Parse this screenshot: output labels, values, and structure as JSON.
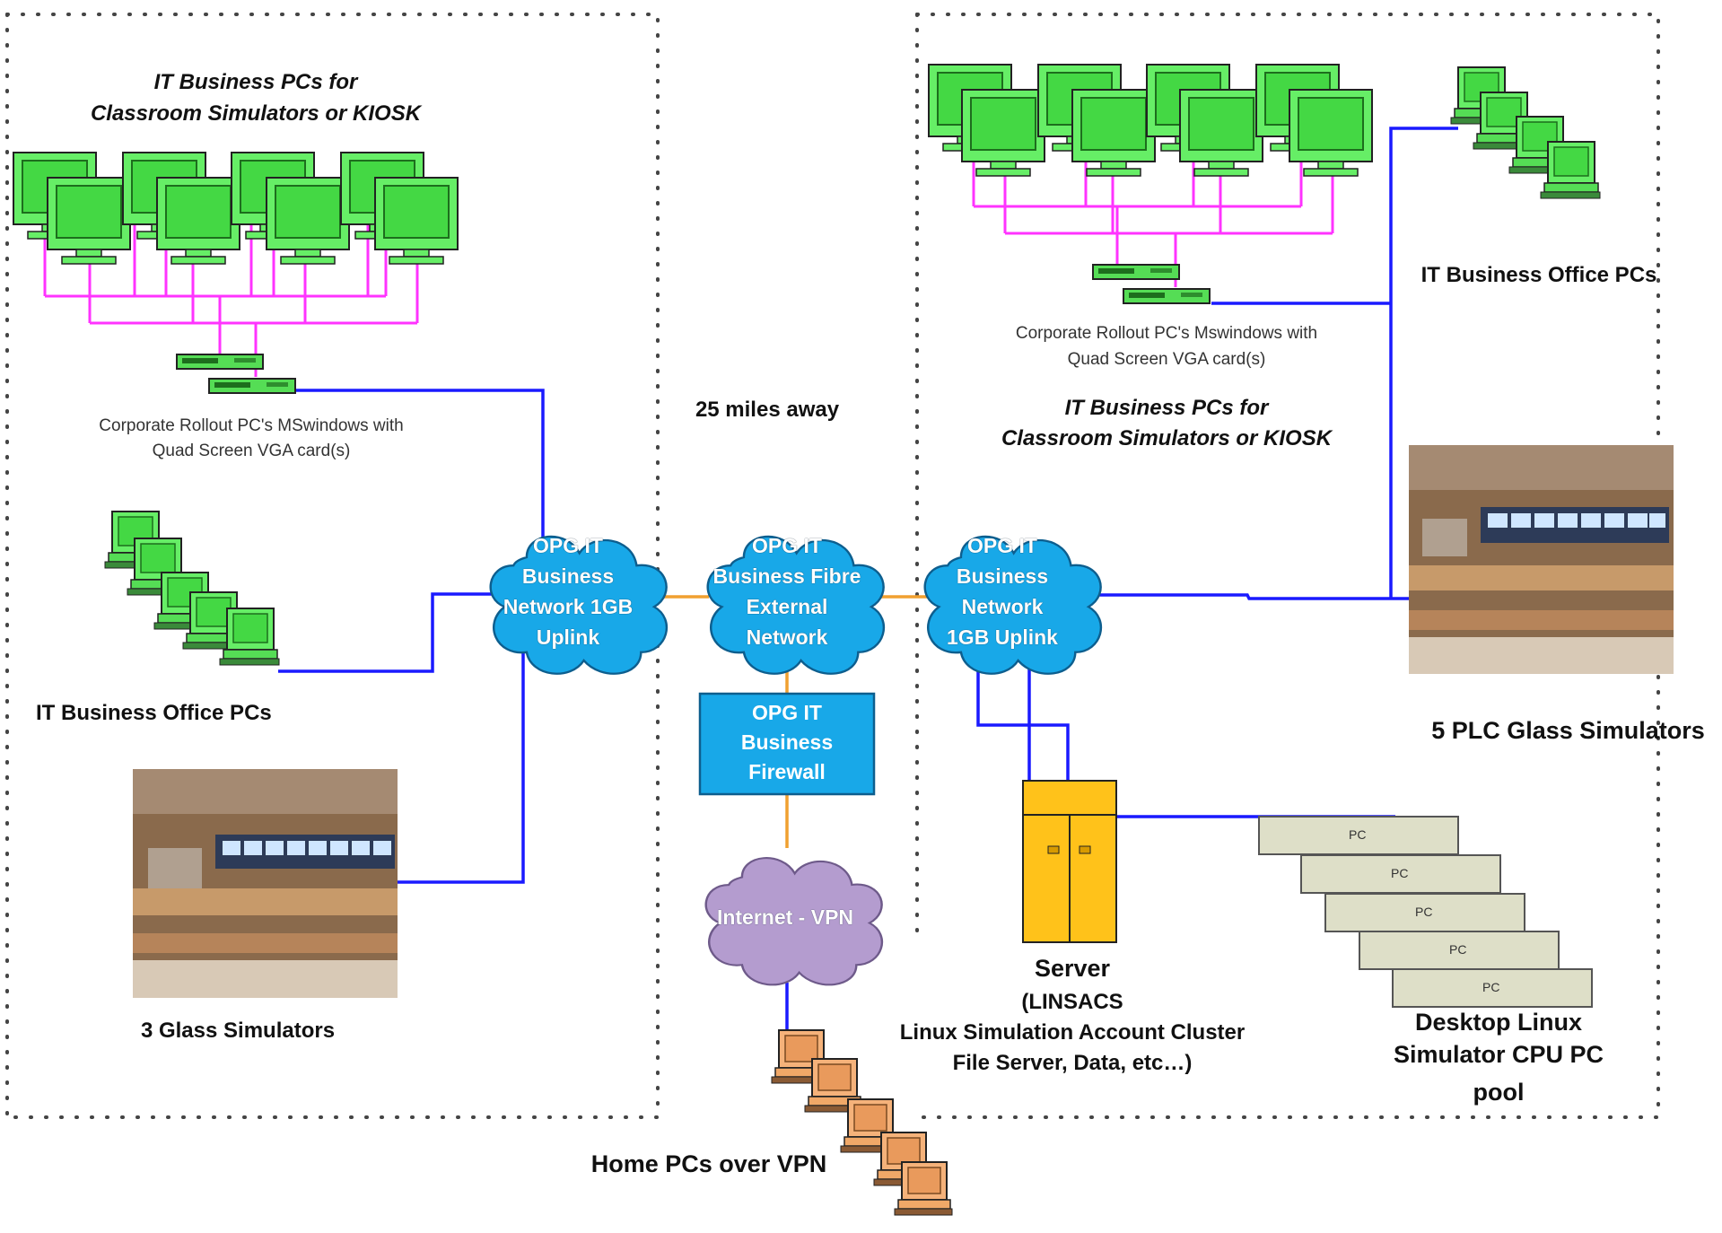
{
  "left_zone": {
    "kiosk_title_line1": "IT Business PCs for",
    "kiosk_title_line2": "Classroom Simulators or KIOSK",
    "rollout_line1": "Corporate Rollout PC's MSwindows with",
    "rollout_line2": "Quad Screen VGA card(s)",
    "office_pcs_label": "IT Business Office PCs",
    "glass_label": "3 Glass Simulators"
  },
  "middle_zone": {
    "distance_label": "25 miles away",
    "home_pcs_label": "Home PCs over VPN"
  },
  "right_zone": {
    "kiosk_title_line1": "IT Business PCs for",
    "kiosk_title_line2": "Classroom Simulators or KIOSK",
    "rollout_line1": "Corporate Rollout PC's Mswindows with",
    "rollout_line2": "Quad Screen VGA card(s)",
    "office_pcs_label": "IT Business Office PCs",
    "plc_label": "5  PLC Glass Simulators",
    "server_title": "Server",
    "server_line1": "(LINSACS",
    "server_line2": "Linux Simulation Account Cluster",
    "server_line3": "File Server, Data, etc…)",
    "pool_line1": "Desktop Linux",
    "pool_line2": "Simulator CPU  PC",
    "pool_line3": "pool",
    "pc_label": "PC"
  },
  "clouds": {
    "left": [
      "OPG  IT",
      "Business",
      "Network  1GB",
      "Uplink"
    ],
    "center": [
      "OPG IT",
      "Business Fibre",
      "External",
      "Network"
    ],
    "right": [
      "OPG IT",
      "Business",
      "Network",
      "1GB Uplink"
    ],
    "vpn": [
      "Internet - VPN"
    ]
  },
  "firewall": [
    "OPG IT",
    "Business",
    "Firewall"
  ],
  "colors": {
    "link_blue": "#1a1aff",
    "fibre_orange": "#f0a030",
    "vga_magenta": "#ff33ff",
    "cloud_blue": "#18a8e8",
    "vpn_purple": "#b49ccf",
    "firewall_blue": "#18a8e8",
    "server_yellow": "#ffc21a",
    "monitor_green": "#66ee66",
    "home_pc_orange": "#f5b27a",
    "pc_box_gray": "#dedfc8"
  }
}
